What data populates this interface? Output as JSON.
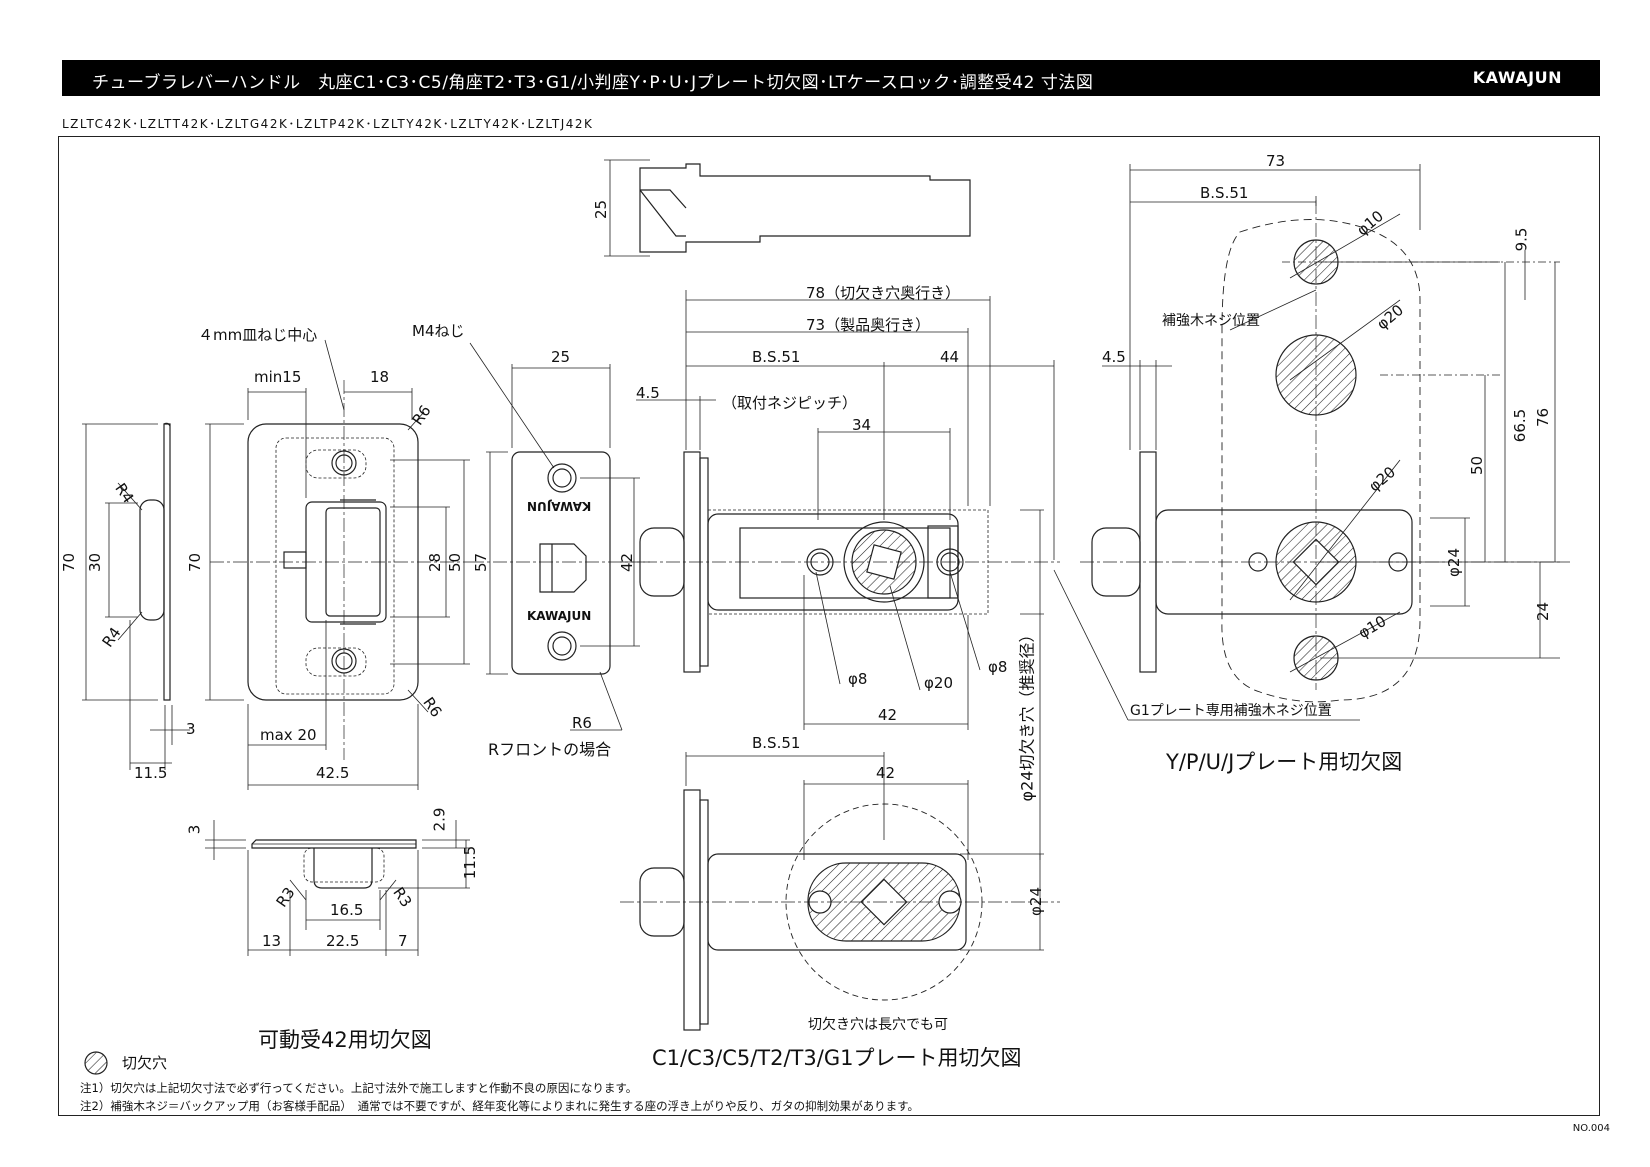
{
  "header": {
    "title": "チューブラレバーハンドル　丸座C1･C3･C5/角座T2･T3･G1/小判座Y･P･U･Jプレート切欠図･LTケースロック･調整受42 寸法図",
    "brand": "KAWAJUN"
  },
  "model_codes": "LZLTC42K･LZLTT42K･LZLTG42K･LZLTP42K･LZLTY42K･LZLTY42K･LZLTJ42K",
  "views": {
    "strike": {
      "caption": "可動受42用切欠図",
      "screw_center": "４mm皿ねじ中心",
      "min15": "min15",
      "d18": "18",
      "r6": "R6",
      "r4": "R4",
      "d70": "70",
      "d30": "30",
      "d28": "28",
      "d50": "50",
      "d3": "3",
      "max20": "max 20",
      "d11_5": "11.5",
      "d42_5": "42.5",
      "d2_9": "2.9",
      "r3": "R3",
      "d16_5": "16.5",
      "d13": "13",
      "d22_5": "22.5",
      "d7": "7"
    },
    "front": {
      "m4": "M4ねじ",
      "d25": "25",
      "d57": "57",
      "d42": "42",
      "r6": "R6",
      "r_front": "Rフロントの場合",
      "logo": "KAWAJUN"
    },
    "latch": {
      "d25": "25",
      "d78": "78（切欠き穴奥行き）",
      "d73": "73（製品奥行き）",
      "bs": "B.S.51",
      "d44": "44",
      "d4_5": "4.5",
      "pitch": "（取付ネジピッチ）",
      "d34": "34",
      "phi8": "φ8",
      "phi20": "φ20",
      "d42": "42",
      "phi24_hole": "φ24切欠き穴（推奨径）",
      "g1_note": "G1プレート専用補強木ネジ位置"
    },
    "plate_c": {
      "caption": "C1/C3/C5/T2/T3/G1プレート用切欠図",
      "bs": "B.S.51",
      "d42": "42",
      "phi24": "φ24",
      "slot_note": "切欠き穴は長穴でも可"
    },
    "plate_y": {
      "caption": "Y/P/U/Jプレート用切欠図",
      "d73": "73",
      "bs": "B.S.51",
      "phi10": "φ10",
      "phi20": "φ20",
      "phi24": "φ24",
      "d9_5": "9.5",
      "d4_5": "4.5",
      "reinforce": "補強木ネジ位置",
      "d66_5": "66.5",
      "d76": "76",
      "d50": "50",
      "d24": "24"
    }
  },
  "legend": {
    "hatch_label": "切欠穴"
  },
  "notes": [
    "注1）切欠穴は上記切欠寸法で必ず行ってください。上記寸法外で施工しますと作動不良の原因になります。",
    "注2）補強木ネジ＝バックアップ用（お客様手配品）　通常では不要ですが、経年変化等によりまれに発生する座の浮き上がりや反り、ガタの抑制効果があります。"
  ],
  "page_number": "NO.004"
}
